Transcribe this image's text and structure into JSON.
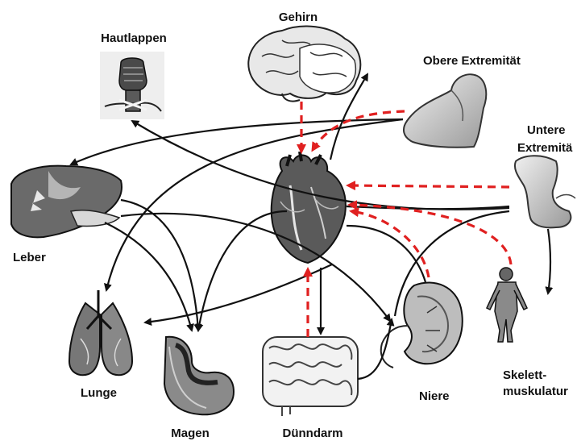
{
  "labels": {
    "gehirn": "Gehirn",
    "hautlappen": "Hautlappen",
    "obere": "Obere Extremität",
    "untere_1": "Untere",
    "untere_2": "Extremitä",
    "leber": "Leber",
    "lunge": "Lunge",
    "magen": "Magen",
    "duenndarm": "Dünndarm",
    "niere": "Niere",
    "skelett_1": "Skelett-",
    "skelett_2": "muskulatur"
  },
  "colors": {
    "solid_arrow": "#111111",
    "dashed_arrow": "#e02020",
    "organ_fill": "#d9d9d9",
    "organ_dark": "#3a3a3a"
  },
  "icons": [
    "brain-icon",
    "fist-icon",
    "arm-icon",
    "leg-icon",
    "liver-icon",
    "heart-icon",
    "lungs-icon",
    "stomach-icon",
    "intestine-icon",
    "kidney-icon",
    "skeletal-muscle-icon"
  ]
}
